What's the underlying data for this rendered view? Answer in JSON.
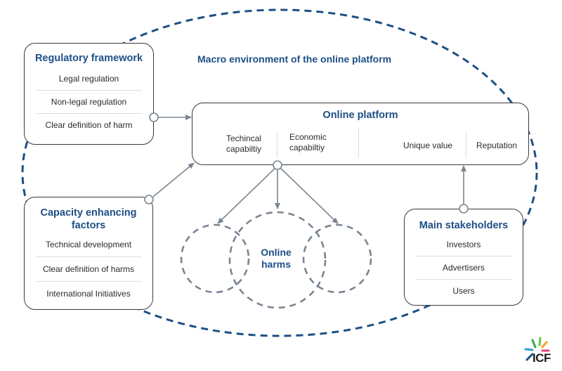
{
  "macro_environment": {
    "label": "Macro environment of the online platform"
  },
  "regulatory_framework": {
    "title": "Regulatory framework",
    "items": [
      "Legal regulation",
      "Non-legal regulation",
      "Clear definition of harm"
    ]
  },
  "online_platform": {
    "title": "Online platform",
    "attributes": [
      {
        "line1": "Techincal",
        "line2": "capabiltiy"
      },
      {
        "line1": "Economic",
        "line2": "capabiltiy"
      },
      {
        "line1": "Unique value",
        "line2": ""
      },
      {
        "line1": "Reputation",
        "line2": ""
      }
    ]
  },
  "capacity_enhancing": {
    "title_line1": "Capacity enhancing",
    "title_line2": "factors",
    "items": [
      "Technical development",
      "Clear definition of harms",
      "International Initiatives"
    ]
  },
  "main_stakeholders": {
    "title": "Main stakeholders",
    "items": [
      "Investors",
      "Advertisers",
      "Users"
    ]
  },
  "online_harms": {
    "line1": "Online",
    "line2": "harms"
  },
  "logo": {
    "text": "ICF",
    "icon": "icf-starburst-icon"
  },
  "colors": {
    "title_blue": "#1d4f86",
    "macro_dash": "#1d4f86",
    "harm_dash": "#7a8591",
    "arrow": "#7a8591",
    "box_border": "#3a3a3a",
    "separator": "#dcdcdc"
  }
}
